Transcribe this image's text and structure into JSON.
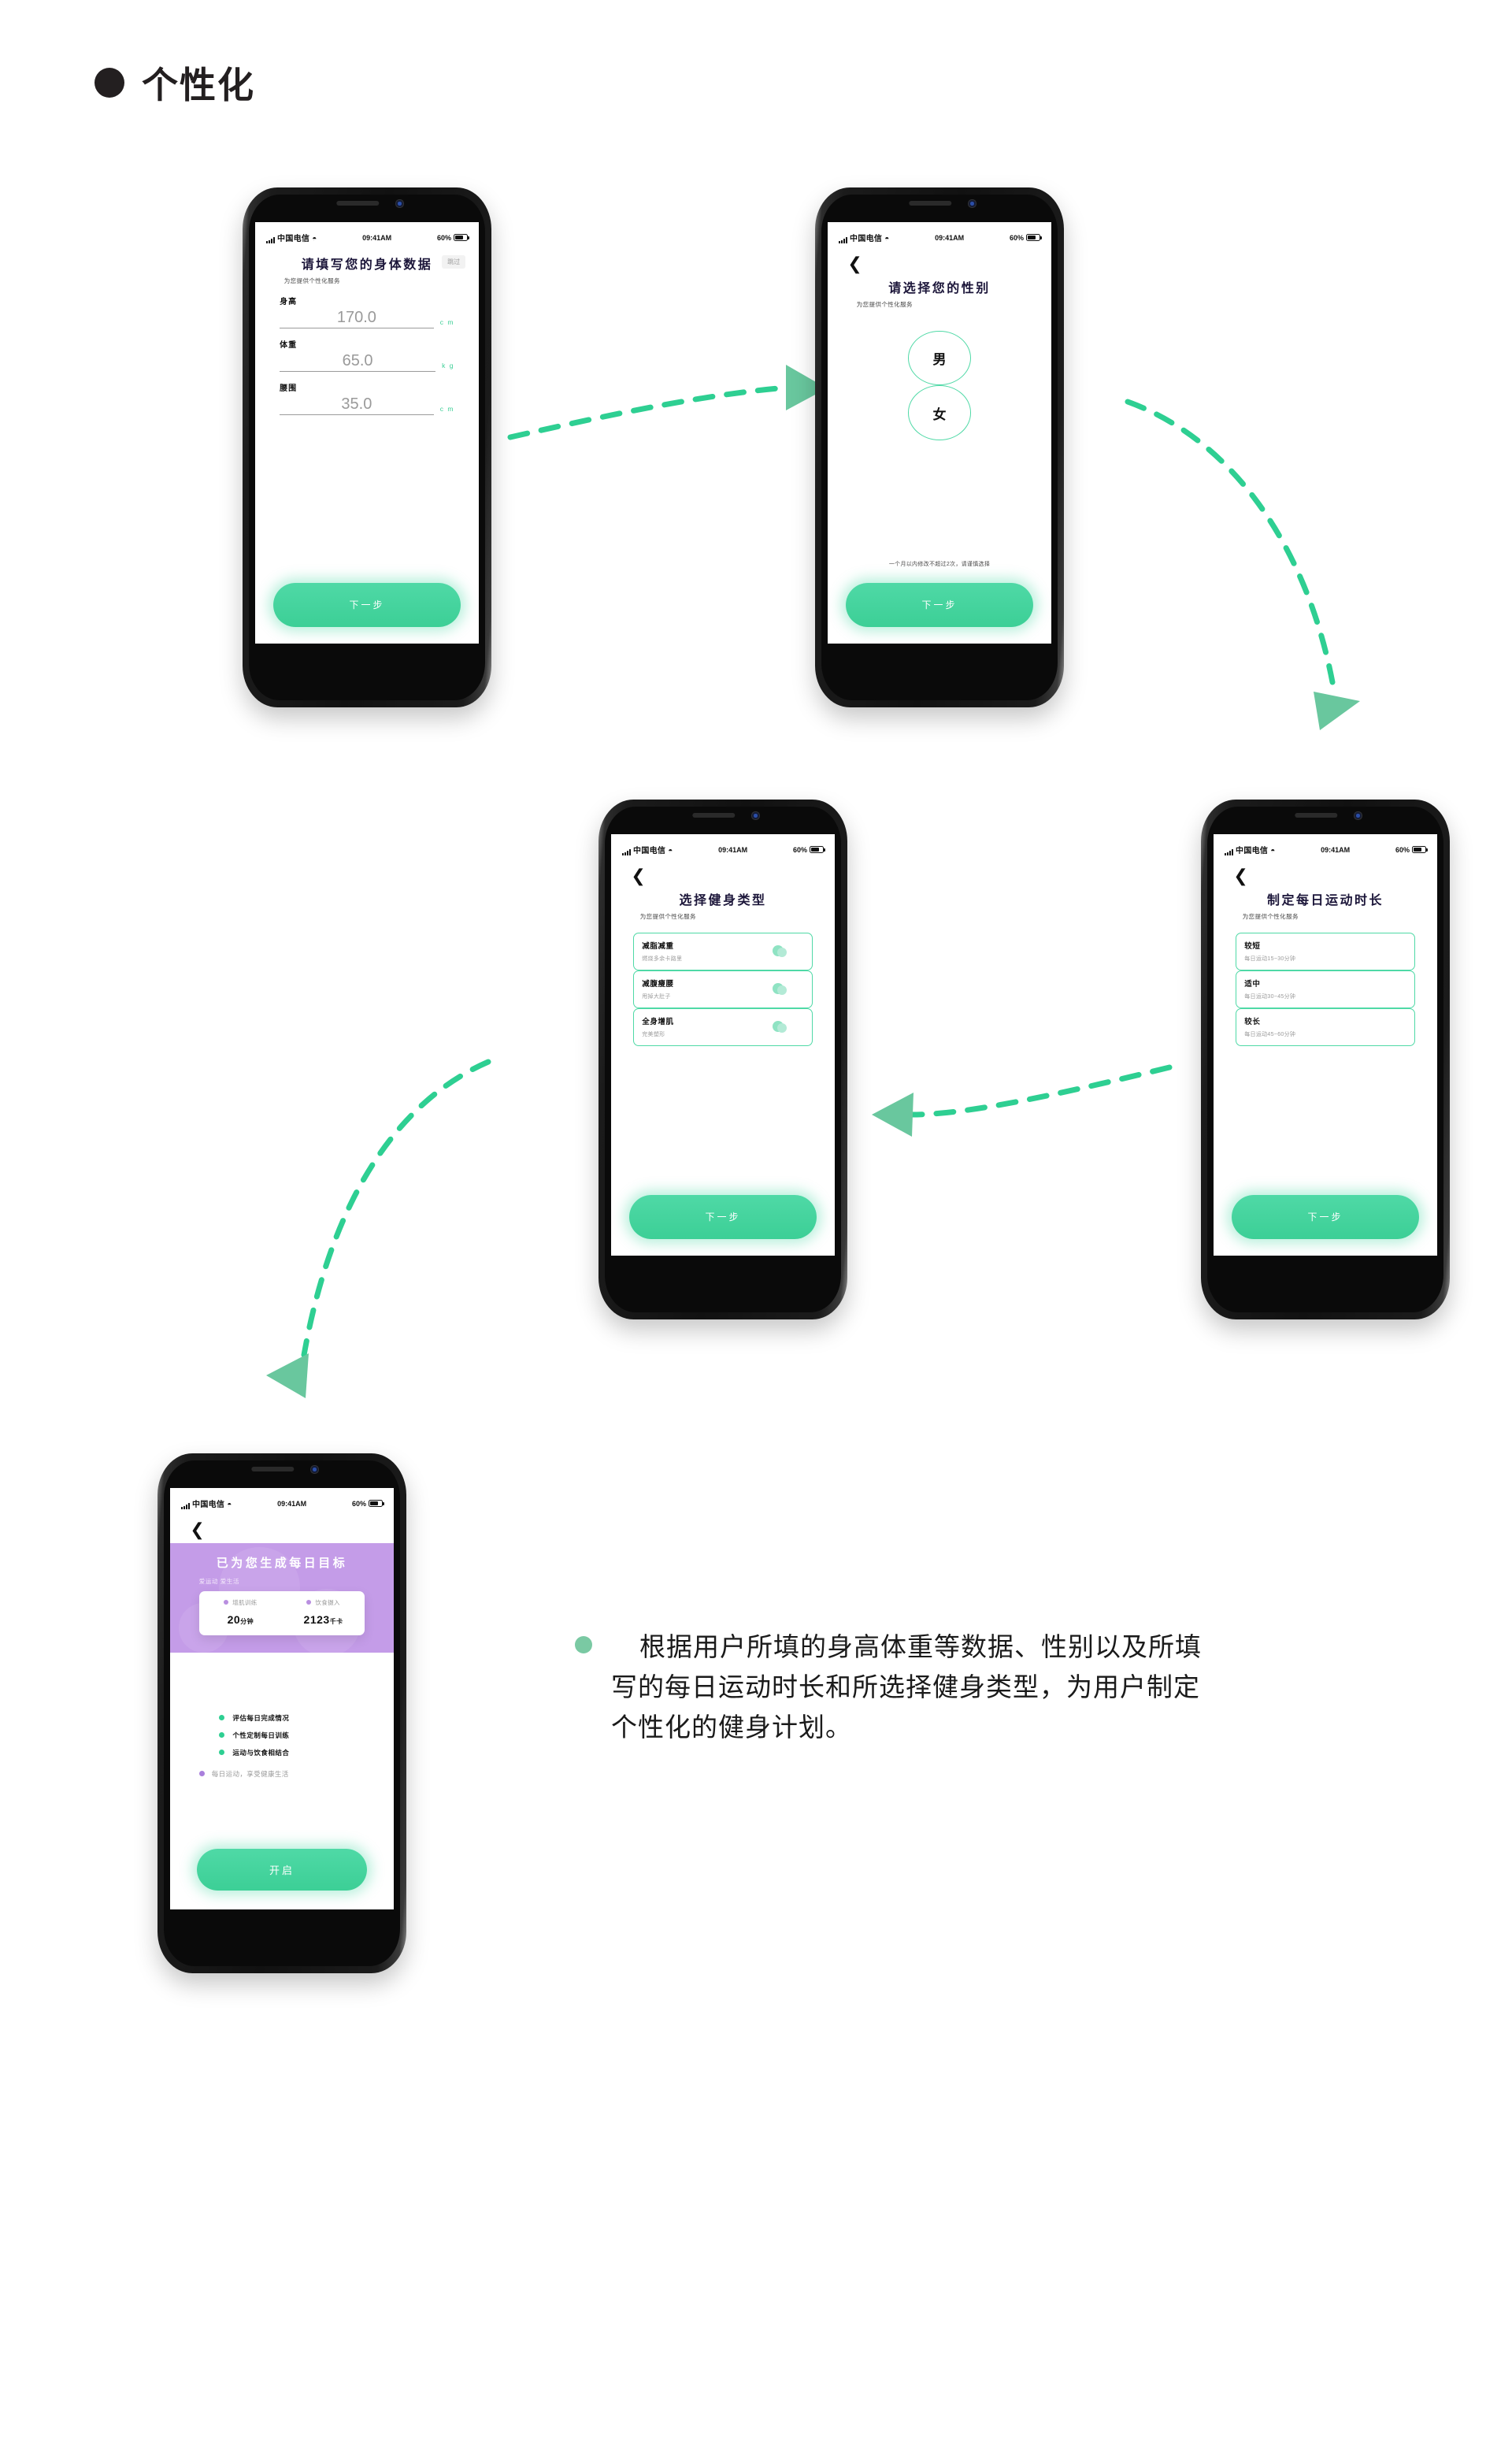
{
  "heading": {
    "label": "个性化"
  },
  "statusbar": {
    "carrier": "中国电信",
    "time": "09:41AM",
    "battery": "60%"
  },
  "common": {
    "subtitle": "为您提供个性化服务",
    "next_label": "下一步",
    "back_icon": "chevron-left-icon",
    "wifi_icon": "wifi-icon"
  },
  "screens": [
    {
      "id": "body-data",
      "title": "请填写您的身体数据",
      "subtitle": "为您提供个性化服务",
      "skip_label": "跳过",
      "fields": [
        {
          "label": "身高",
          "value": "170.0",
          "unit": "c m"
        },
        {
          "label": "体重",
          "value": "65.0",
          "unit": "k g"
        },
        {
          "label": "腰围",
          "value": "35.0",
          "unit": "c m"
        }
      ],
      "next_label": "下一步"
    },
    {
      "id": "gender",
      "title": "请选择您的性别",
      "subtitle": "为您提供个性化服务",
      "options": [
        "男",
        "女"
      ],
      "note": "一个月以内修改不超过2次，请谨慎选择",
      "next_label": "下一步"
    },
    {
      "id": "fitness-type",
      "title": "选择健身类型",
      "subtitle": "为您提供个性化服务",
      "cards": [
        {
          "title": "减脂减重",
          "desc": "燃烧多余卡路里"
        },
        {
          "title": "减腹瘦腰",
          "desc": "甩掉大肚子"
        },
        {
          "title": "全身增肌",
          "desc": "完美塑形"
        }
      ],
      "next_label": "下一步"
    },
    {
      "id": "daily-duration",
      "title": "制定每日运动时长",
      "subtitle": "为您提供个性化服务",
      "cards": [
        {
          "title": "较短",
          "desc": "每日运动15~30分钟"
        },
        {
          "title": "适中",
          "desc": "每日运动30~45分钟"
        },
        {
          "title": "较长",
          "desc": "每日运动45~60分钟"
        }
      ],
      "next_label": "下一步"
    },
    {
      "id": "daily-goal",
      "title": "已为您生成每日目标",
      "subtitle": "爱运动 爱生活",
      "stats": [
        {
          "label": "增肌训练",
          "value": "20",
          "unit": "分钟"
        },
        {
          "label": "饮食摄入",
          "value": "2123",
          "unit": "千卡"
        }
      ],
      "bullets": [
        "评估每日完成情况",
        "个性定制每日训练",
        "运动与饮食相结合"
      ],
      "footnote": "每日运动，享受健康生活",
      "start_label": "开启"
    }
  ],
  "description": {
    "text": "根据用户所填的身高体重等数据、性别以及所填写的每日运动时长和所选择健身类型，为用户制定个性化的健身计划。"
  },
  "colors": {
    "green": "#3ccf96",
    "green_light": "#4fd9a6",
    "purple": "#c49ce8",
    "arrow": "#2ecf92",
    "arrowhead": "#69c79e",
    "ink": "#231f20"
  }
}
